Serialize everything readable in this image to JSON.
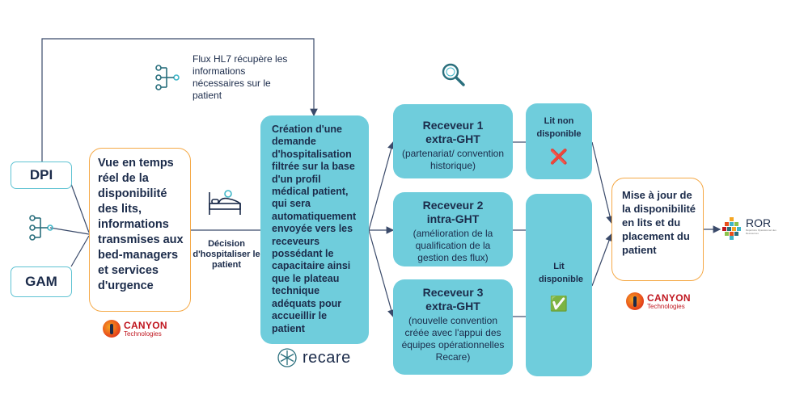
{
  "sources": {
    "dpi": "DPI",
    "gam": "GAM"
  },
  "hl7_label": "Flux HL7 récupère les informations nécessaires sur le patient",
  "realtime_box": "Vue en temps réel de la disponibilité des lits, informations transmises aux bed-managers et services d'urgence",
  "decision_label": "Décision d'hospitaliser le patient",
  "creation_box": "Création d'une demande d'hospitalisation filtrée sur la base d'un profil médical patient, qui sera automatiquement envoyée vers les receveurs possédant le capacitaire ainsi que le plateau technique adéquats pour accueillir le patient",
  "receivers": [
    {
      "title": "Receveur 1 extra-GHT",
      "detail": "(partenariat/ convention historique)"
    },
    {
      "title": "Receveur 2 intra-GHT",
      "detail": "(amélioration de la qualification de la gestion des flux)"
    },
    {
      "title": "Receveur 3 extra-GHT",
      "detail": "(nouvelle convention créée avec l'appui des équipes opérationnelles Recare)"
    }
  ],
  "lit_non_disponible": {
    "label": "Lit non disponible",
    "icon": "❌"
  },
  "lit_disponible": {
    "label": "Lit disponible",
    "icon": "✅"
  },
  "update_box": "Mise à jour de la disponibilité en lits et du placement du patient",
  "canyon": {
    "name": "CANYON",
    "sub": "Technologies"
  },
  "recare": "recare",
  "ror": {
    "name": "ROR",
    "sub": "Répertoire Opérationnel des Ressources"
  },
  "colors": {
    "teal": "#6fcddc",
    "orange": "#f5a947",
    "navy": "#1b2b4a",
    "line": "#3a4a6a"
  }
}
